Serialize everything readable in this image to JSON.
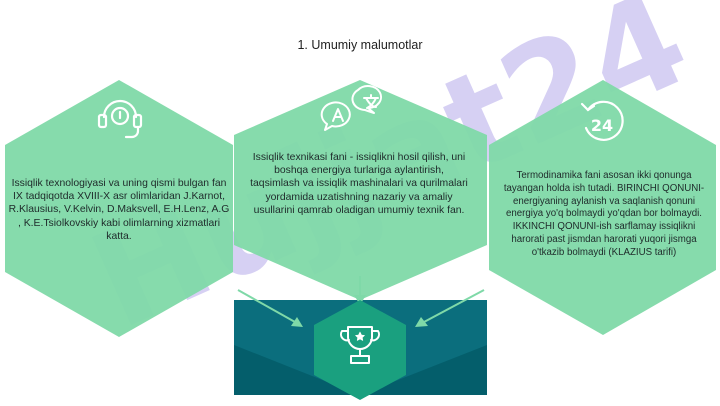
{
  "slide": {
    "title": "1. Umumiy malumotlar"
  },
  "blocks": [
    {
      "text": "Issiqlik texnologiyasi va uning qismi bulgan fan IX tadqiqotda XVIII-X asr olimlaridan J.Karnot, R.Klausius, V.Kelvin, D.Maksvell, E.H.Lenz, A.G , K.E.Tsiolkovskiy kabi olimlarning xizmatlari katta.",
      "icon": "headset-icon"
    },
    {
      "text": "Issiqlik texnikasi fani - issiqlikni hosil qilish, uni boshqa energiya turlariga aylantirish, taqsimlash va issiqlik mashinalari va qurilmalari yordamida uzatishning nazariy va amaliy usullarini qamrab oladigan umumiy texnik fan.",
      "icon": "translate-icon"
    },
    {
      "text": "Termodinamika fani asosan ikki qonunga tayangan holda ish tutadi. BIRINCHI QONUNI-energiyaning aylanish va saqlanish qonuni energiya yo'q bolmaydi yo'qdan bor bolmaydi. IKKINCHI QONUNI-ish sarflamay issiqlikni harorati past jismdan harorati yuqori jismga o'tkazib bolmaydi (KLAZIUS tarifi)",
      "icon": "24-hours-icon"
    }
  ],
  "center": {
    "icon": "trophy-icon"
  },
  "watermark": {
    "text": "Hujjat24"
  },
  "colors": {
    "hex_fill": "#7fd9a8",
    "dark_teal": "#0b6e7d",
    "darker_teal": "#045e6b",
    "center_hex": "#1aa07f",
    "arrow": "#7fd9a8",
    "watermark": "#c8c0ee"
  }
}
